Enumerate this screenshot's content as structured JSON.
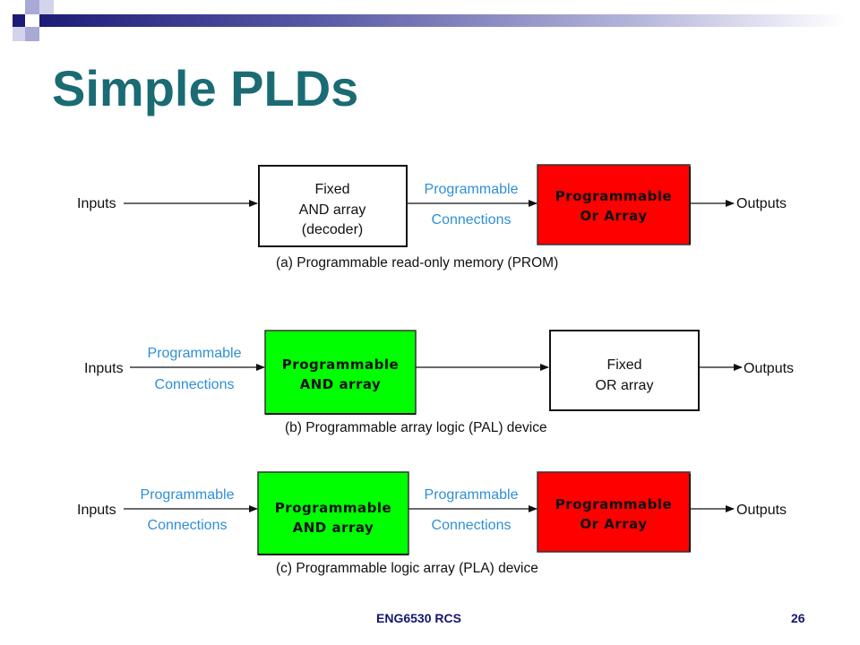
{
  "slide": {
    "title": "Simple PLDs",
    "footer_course": "ENG6530 RCS",
    "page_number": "26"
  },
  "colors": {
    "title": "#1a6b74",
    "programmable_or": "#ff0000",
    "programmable_and": "#00ff00",
    "connections_text": "#2f8fd4",
    "footer": "#15156e"
  },
  "diagram_a": {
    "inputs": "Inputs",
    "block1_lines": [
      "Fixed",
      "AND array",
      "(decoder)"
    ],
    "conn1": "Programmable",
    "conn2": "Connections",
    "block2_lines": [
      "Programmable",
      "Or Array"
    ],
    "outputs": "Outputs",
    "caption": "(a) Programmable read-only memory (PROM)"
  },
  "diagram_b": {
    "inputs": "Inputs",
    "conn1": "Programmable",
    "conn2": "Connections",
    "block1_lines": [
      "Programmable",
      "AND array"
    ],
    "block2_lines": [
      "Fixed",
      "OR array"
    ],
    "outputs": "Outputs",
    "caption": "(b) Programmable array logic (PAL) device"
  },
  "diagram_c": {
    "inputs": "Inputs",
    "conn_in1": "Programmable",
    "conn_in2": "Connections",
    "block1_lines": [
      "Programmable",
      "AND array"
    ],
    "conn_mid1": "Programmable",
    "conn_mid2": "Connections",
    "block2_lines": [
      "Programmable",
      "Or Array"
    ],
    "outputs": "Outputs",
    "caption": "(c) Programmable logic array (PLA) device"
  }
}
